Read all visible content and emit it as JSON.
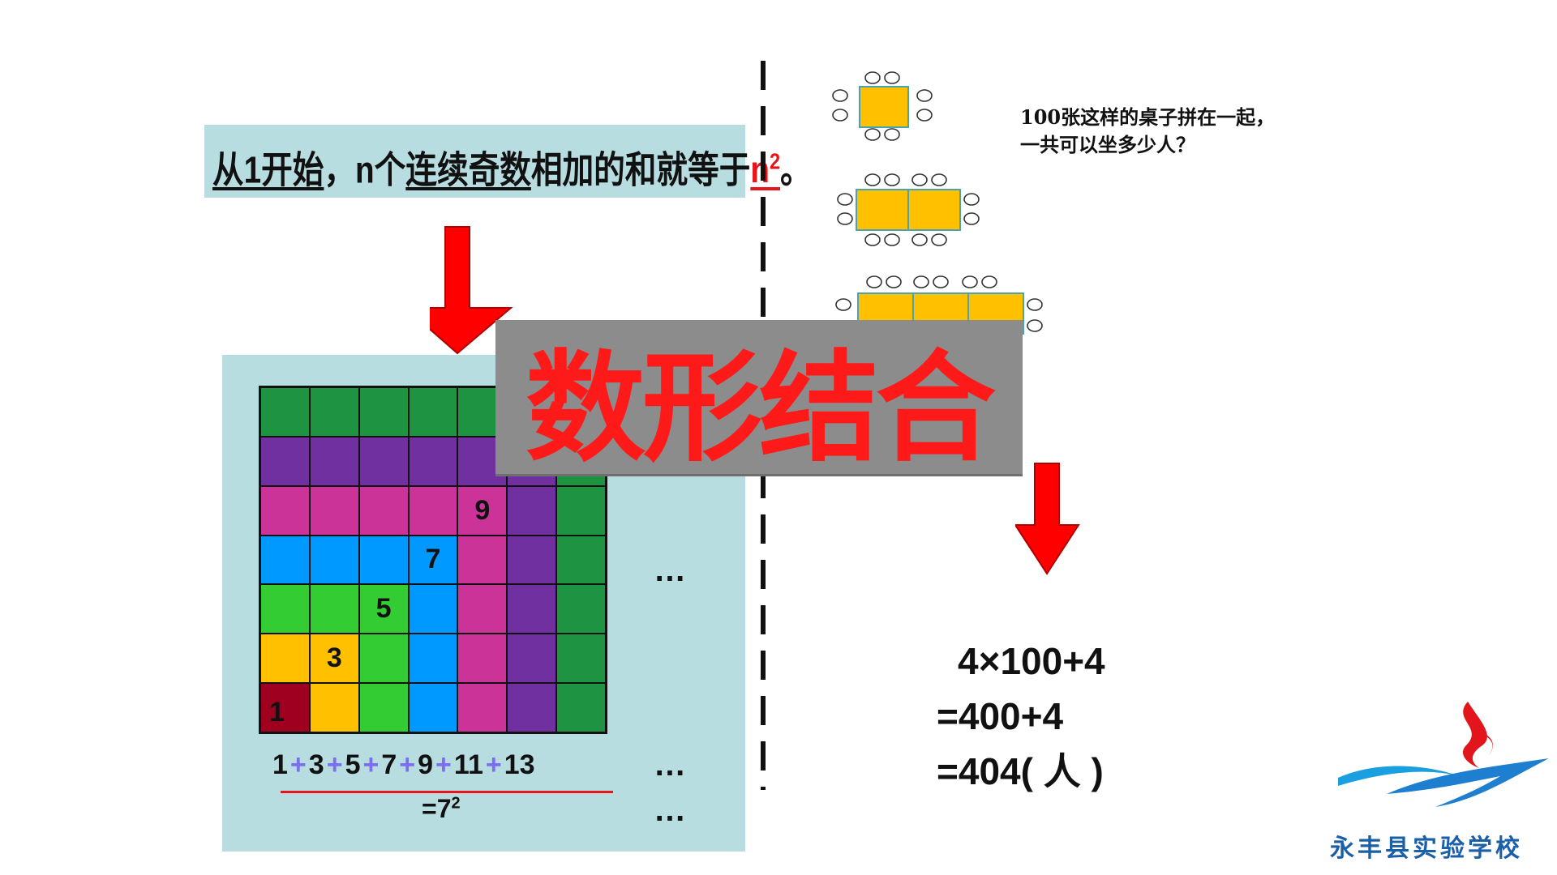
{
  "left_panel": {
    "formula": {
      "part_a": "从1开始",
      "part_b": "，n个",
      "part_c": "连续奇数",
      "part_d": "相加的和就等于",
      "answer": "n",
      "answer_exp": "2",
      "end": "。"
    },
    "grid": {
      "colors": {
        "dark_red": "#a0001f",
        "yellow": "#ffc000",
        "green": "#33cc33",
        "blue": "#0099ff",
        "pink": "#cc3399",
        "purple": "#7030a0",
        "dark_green": "#1e9442"
      },
      "labels": [
        "1",
        "3",
        "5",
        "7",
        "9"
      ]
    },
    "ellipsis_grid": "…",
    "sum": {
      "terms": [
        "1",
        "3",
        "5",
        "7",
        "9",
        "11",
        "13"
      ],
      "plus": "+",
      "ellipsis": "…",
      "result": "=7",
      "result_exp": "2",
      "result_ellipsis": "…"
    }
  },
  "right_panel": {
    "question_line1": "100张这样的桌子拼在一起，",
    "question_line2": "一共可以坐多少人？",
    "table_color": "#ffc000",
    "calc": {
      "line1": "4×100+4",
      "line2": "=400+4",
      "line3": "=404( 人 )"
    }
  },
  "banner": {
    "text": "数形结合"
  },
  "logo": {
    "text": "永丰县实验学校"
  }
}
